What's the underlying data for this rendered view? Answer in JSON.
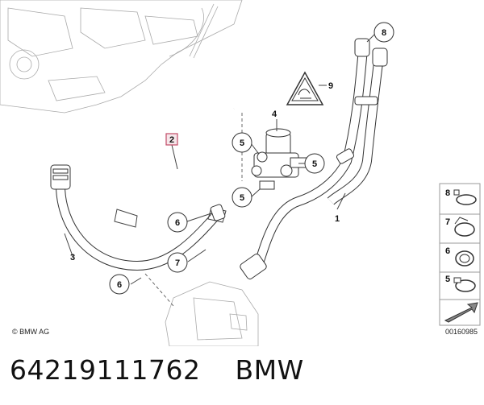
{
  "copyright": "© BMW AG",
  "diagram_number": "00160985",
  "part_number": "64219111762",
  "brand": "BMW",
  "callouts": {
    "c1": "1",
    "c2": "2",
    "c3": "3",
    "c4": "4",
    "c5a": "5",
    "c5b": "5",
    "c5c": "5",
    "c6a": "6",
    "c6b": "6",
    "c7": "7",
    "c8": "8",
    "c9": "9"
  },
  "legend": [
    "8",
    "7",
    "6",
    "5"
  ]
}
